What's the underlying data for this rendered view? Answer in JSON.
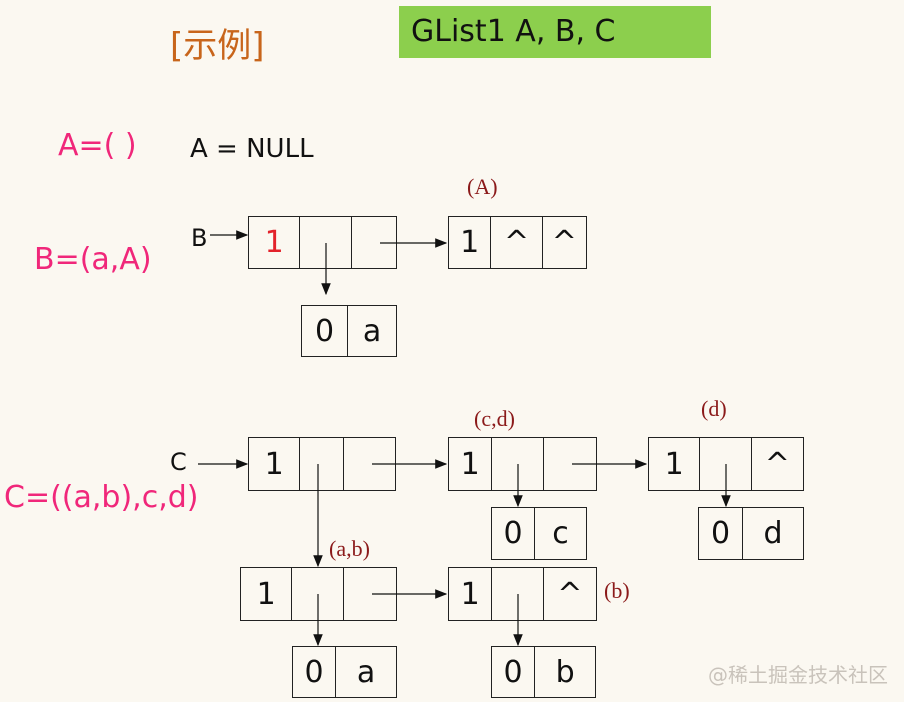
{
  "header": {
    "title": "[示例]",
    "banner": "GList1  A, B, C"
  },
  "definitions": {
    "a_def": "A=( )",
    "a_null": "A = NULL",
    "b_def": "B=(a,A)",
    "c_def": "C=((a,b),c,d)"
  },
  "pointers": {
    "b": "B",
    "c": "C"
  },
  "annotations": {
    "A": "(A)",
    "cd": "(c,d)",
    "d": "(d)",
    "ab": "(a,b)",
    "b": "(b)"
  },
  "nodes": {
    "b_head": [
      "1",
      "",
      ""
    ],
    "a_list": [
      "1",
      "^",
      "^"
    ],
    "b_atom": [
      "0",
      "a"
    ],
    "c_head": [
      "1",
      "",
      ""
    ],
    "cd_node": [
      "1",
      "",
      ""
    ],
    "d_node": [
      "1",
      "",
      "^"
    ],
    "c_atom": [
      "0",
      "c"
    ],
    "d_atom": [
      "0",
      "d"
    ],
    "ab_head": [
      "1",
      "",
      ""
    ],
    "b_node": [
      "1",
      "",
      "^"
    ],
    "a_atom": [
      "0",
      "a"
    ],
    "bb_atom": [
      "0",
      "b"
    ]
  },
  "colors": {
    "accent_pink": "#f0277a",
    "title_orange": "#c8651b",
    "banner_green": "#8ccf4d",
    "annotation_red": "#8b1a1a"
  },
  "watermark": "@稀土掘金技术社区"
}
